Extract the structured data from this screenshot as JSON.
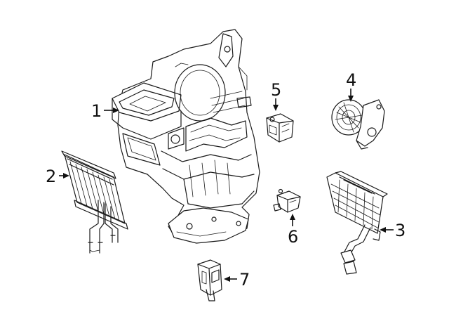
{
  "callouts": [
    {
      "id": "1",
      "label": "1"
    },
    {
      "id": "2",
      "label": "2"
    },
    {
      "id": "3",
      "label": "3"
    },
    {
      "id": "4",
      "label": "4"
    },
    {
      "id": "5",
      "label": "5"
    },
    {
      "id": "6",
      "label": "6"
    },
    {
      "id": "7",
      "label": "7"
    }
  ],
  "parts": [
    {
      "id": "1",
      "icon": "hvac-housing-assembly"
    },
    {
      "id": "2",
      "icon": "heater-core"
    },
    {
      "id": "3",
      "icon": "evaporator-core"
    },
    {
      "id": "4",
      "icon": "blower-motor"
    },
    {
      "id": "5",
      "icon": "blend-door-actuator"
    },
    {
      "id": "6",
      "icon": "mode-door-actuator"
    },
    {
      "id": "7",
      "icon": "blower-resistor"
    }
  ],
  "colors": {
    "line": "#1a1a1a",
    "background": "#ffffff"
  }
}
